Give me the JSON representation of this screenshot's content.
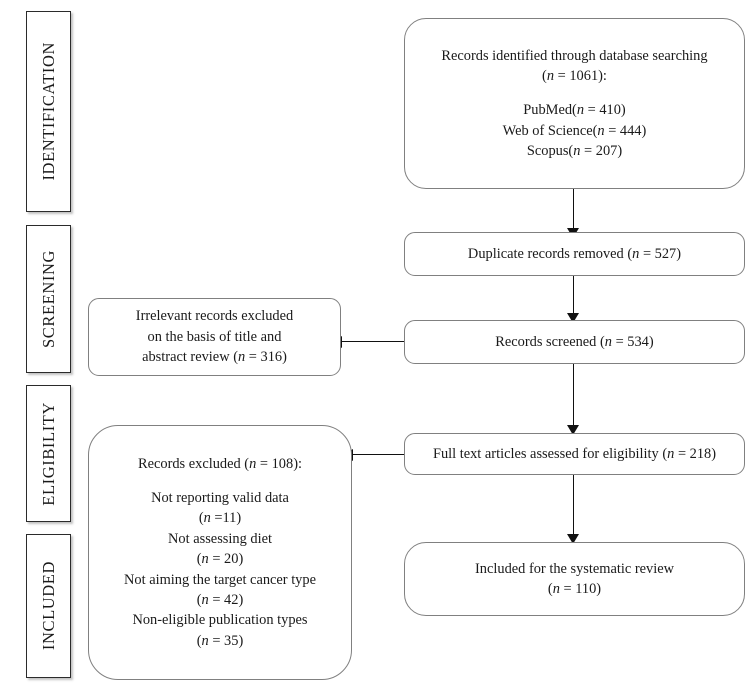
{
  "diagram": {
    "title": "PRISMA study selection flow diagram",
    "type": "flowchart",
    "border_color": "#808080",
    "stage_border_color": "#2b2b2b",
    "connector_color": "#111111",
    "background": "#ffffff"
  },
  "stages": [
    {
      "id": "identification",
      "label": "IDENTIFICATION"
    },
    {
      "id": "screening",
      "label": "SCREENING"
    },
    {
      "id": "eligibility",
      "label": "ELIGIBILITY"
    },
    {
      "id": "included",
      "label": "INCLUDED"
    }
  ],
  "boxes": {
    "identified": {
      "line1": "Records identified through database searching",
      "line2_prefix": "(",
      "line2_n": "n",
      "line2_suffix": " = 1061):",
      "sources": [
        {
          "name": "PubMed(",
          "n": "n",
          "value": " = 410)"
        },
        {
          "name": "Web of Science(",
          "n": "n",
          "value": " = 444)"
        },
        {
          "name": "Scopus(",
          "n": "n",
          "value": " = 207)"
        }
      ]
    },
    "duplicates": {
      "prefix": "Duplicate records removed (",
      "n": "n",
      "suffix": " = 527)"
    },
    "screened": {
      "prefix": "Records screened (",
      "n": "n",
      "suffix": " = 534)"
    },
    "irrelevant_excluded": {
      "line1": "Irrelevant records excluded",
      "line2": "on the basis of title  and",
      "line3_prefix": "abstract review (",
      "line3_n": "n",
      "line3_suffix": " = 316)"
    },
    "full_text": {
      "prefix": "Full text articles assessed for eligibility (",
      "n": "n",
      "suffix": " = 218)"
    },
    "records_excluded": {
      "header_prefix": "Records excluded (",
      "header_n": "n",
      "header_suffix": " = 108):",
      "reasons": [
        {
          "label": "Not reporting valid data",
          "count_prefix": "(",
          "count_n": "n",
          "count_suffix": " =11)"
        },
        {
          "label": "Not assessing diet",
          "count_prefix": "(",
          "count_n": "n",
          "count_suffix": " = 20)"
        },
        {
          "label": "Not aiming the target cancer type",
          "count_prefix": "(",
          "count_n": "n",
          "count_suffix": " = 42)"
        },
        {
          "label": "Non-eligible publication types",
          "count_prefix": "(",
          "count_n": "n",
          "count_suffix": " = 35)"
        }
      ]
    },
    "included": {
      "line1": "Included for the systematic review",
      "line2_prefix": "(",
      "line2_n": "n",
      "line2_suffix": " = 110)"
    }
  }
}
